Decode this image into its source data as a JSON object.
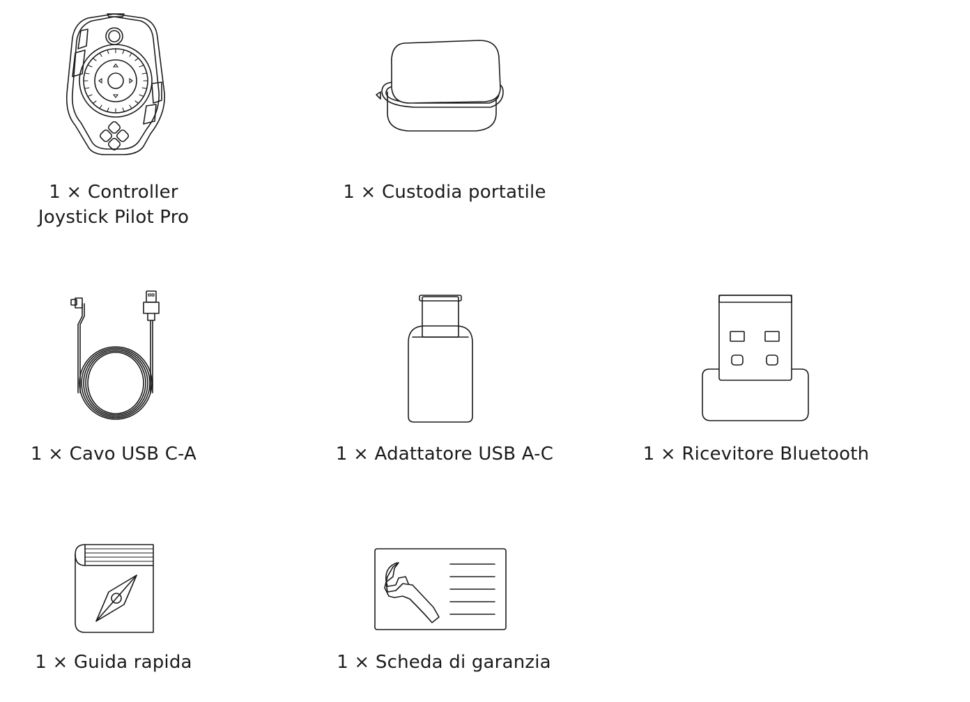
{
  "items": [
    {
      "id": "controller",
      "icon": "game-controller-icon",
      "qty": "1 ×",
      "label_line1": "Controller",
      "label_line2": "Joystick Pilot Pro"
    },
    {
      "id": "case",
      "icon": "carrying-case-icon",
      "qty": "1 ×",
      "label_line1": "Custodia portatile"
    },
    {
      "id": "cable",
      "icon": "usb-cable-icon",
      "qty": "1 ×",
      "label_line1": "Cavo USB C-A"
    },
    {
      "id": "adapter",
      "icon": "usb-adapter-icon",
      "qty": "1 ×",
      "label_line1": "Adattatore USB A-C"
    },
    {
      "id": "receiver",
      "icon": "bluetooth-receiver-icon",
      "qty": "1 ×",
      "label_line1": "Ricevitore Bluetooth"
    },
    {
      "id": "guide",
      "icon": "quick-guide-book-icon",
      "qty": "1 ×",
      "label_line1": "Guida rapida"
    },
    {
      "id": "warranty",
      "icon": "warranty-card-icon",
      "qty": "1 ×",
      "label_line1": "Scheda di garanzia"
    }
  ]
}
